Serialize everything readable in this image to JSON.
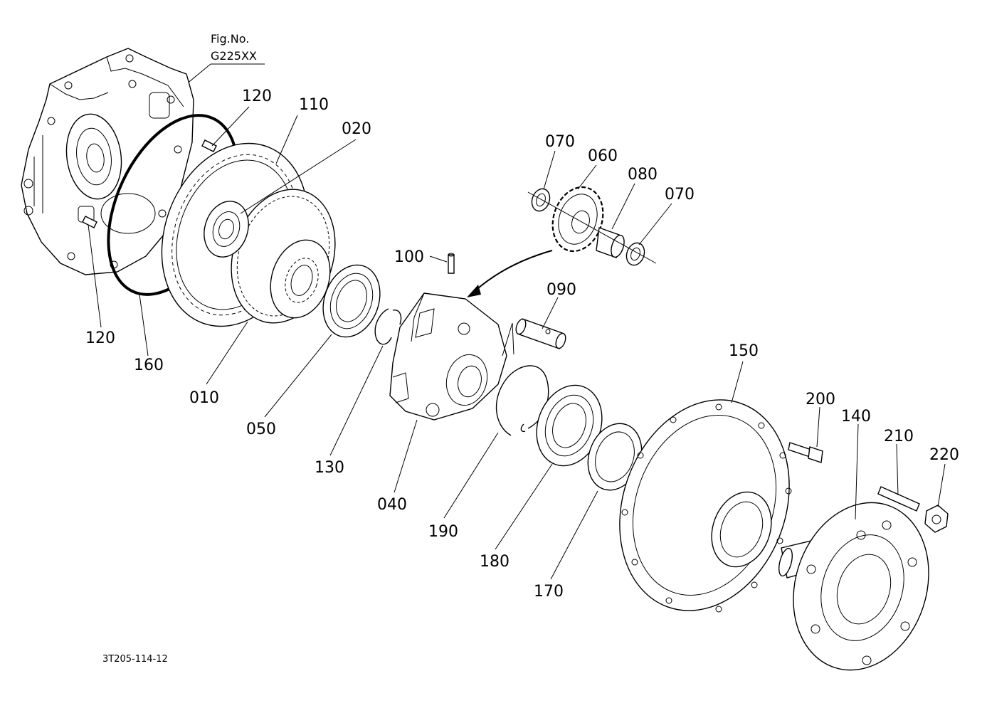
{
  "figure": {
    "label": "Fig.No.",
    "number": "G225XX"
  },
  "drawing_code": "3T205-114-12",
  "parts": [
    {
      "id": "p120a",
      "label": "120"
    },
    {
      "id": "p110",
      "label": "110"
    },
    {
      "id": "p020",
      "label": "020"
    },
    {
      "id": "p070a",
      "label": "070"
    },
    {
      "id": "p060",
      "label": "060"
    },
    {
      "id": "p080",
      "label": "080"
    },
    {
      "id": "p070b",
      "label": "070"
    },
    {
      "id": "p100",
      "label": "100"
    },
    {
      "id": "p090",
      "label": "090"
    },
    {
      "id": "p120b",
      "label": "120"
    },
    {
      "id": "p160",
      "label": "160"
    },
    {
      "id": "p010",
      "label": "010"
    },
    {
      "id": "p050",
      "label": "050"
    },
    {
      "id": "p130",
      "label": "130"
    },
    {
      "id": "p040",
      "label": "040"
    },
    {
      "id": "p190",
      "label": "190"
    },
    {
      "id": "p180",
      "label": "180"
    },
    {
      "id": "p170",
      "label": "170"
    },
    {
      "id": "p150",
      "label": "150"
    },
    {
      "id": "p200",
      "label": "200"
    },
    {
      "id": "p140",
      "label": "140"
    },
    {
      "id": "p210",
      "label": "210"
    },
    {
      "id": "p220",
      "label": "220"
    }
  ]
}
